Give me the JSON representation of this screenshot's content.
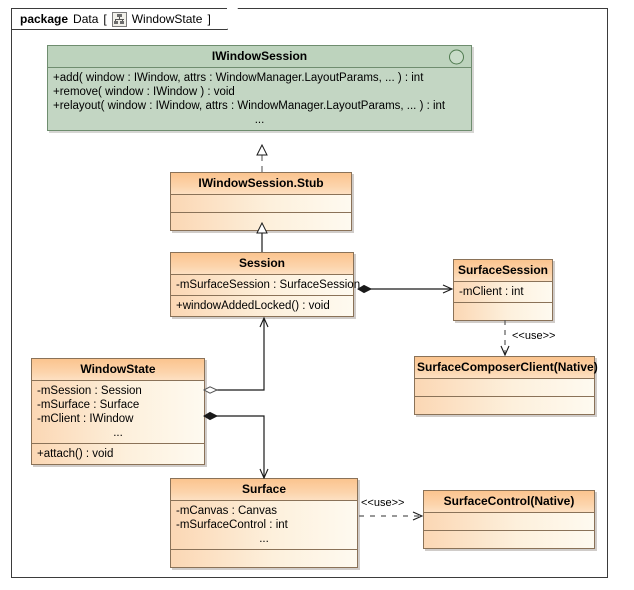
{
  "package_header": {
    "keyword": "package",
    "name": "Data",
    "bracket_open": "[",
    "icon": "class-diagram-icon",
    "diagram_name": "WindowState",
    "bracket_close": "]"
  },
  "colors": {
    "interface_header": "#bdd3bd",
    "interface_body": "#c3d6c3",
    "interface_border": "#6f8d6f",
    "class_header": "#fbc48f",
    "class_body": "#fdf0dc",
    "class_border": "#8a7258",
    "frame_border": "#3b3b3b",
    "connector": "#1a1a1a"
  },
  "classes": [
    {
      "id": "iwindowsession",
      "name": "IWindowSession",
      "kind": "interface",
      "marker": "interface-circle-icon",
      "compartments": [
        {
          "lines": [
            "+add( window : IWindow, attrs : WindowManager.LayoutParams, ... ) : int",
            "+remove( window : IWindow ) : void",
            "+relayout( window : IWindow, attrs : WindowManager.LayoutParams, ... ) : int"
          ],
          "ellipsis": "..."
        }
      ]
    },
    {
      "id": "iwindowsession-stub",
      "name": "IWindowSession.Stub",
      "kind": "class",
      "compartments": [
        {
          "lines": [],
          "ellipsis": ""
        },
        {
          "lines": [],
          "ellipsis": ""
        }
      ]
    },
    {
      "id": "session",
      "name": "Session",
      "kind": "class",
      "compartments": [
        {
          "lines": [
            "-mSurfaceSession : SurfaceSession"
          ],
          "ellipsis": ""
        },
        {
          "lines": [
            "+windowAddedLocked() : void"
          ],
          "ellipsis": ""
        }
      ]
    },
    {
      "id": "surfacesession",
      "name": "SurfaceSession",
      "kind": "class",
      "compartments": [
        {
          "lines": [
            "-mClient : int"
          ],
          "ellipsis": ""
        },
        {
          "lines": [],
          "ellipsis": ""
        }
      ]
    },
    {
      "id": "surfacecomposerclient",
      "name": "SurfaceComposerClient(Native)",
      "kind": "class",
      "compartments": [
        {
          "lines": [],
          "ellipsis": ""
        },
        {
          "lines": [],
          "ellipsis": ""
        }
      ]
    },
    {
      "id": "windowstate",
      "name": "WindowState",
      "kind": "class",
      "compartments": [
        {
          "lines": [
            "-mSession : Session",
            "-mSurface : Surface",
            "-mClient : IWindow"
          ],
          "ellipsis": "..."
        },
        {
          "lines": [
            "+attach() : void"
          ],
          "ellipsis": ""
        }
      ]
    },
    {
      "id": "surface",
      "name": "Surface",
      "kind": "class",
      "compartments": [
        {
          "lines": [
            "-mCanvas : Canvas",
            "-mSurfaceControl : int"
          ],
          "ellipsis": "..."
        },
        {
          "lines": [],
          "ellipsis": ""
        }
      ]
    },
    {
      "id": "surfacecontrol",
      "name": "SurfaceControl(Native)",
      "kind": "class",
      "compartments": [
        {
          "lines": [],
          "ellipsis": ""
        },
        {
          "lines": [],
          "ellipsis": ""
        }
      ]
    }
  ],
  "connectors": [
    {
      "id": "stub-realizes-iwindowsession",
      "from": "iwindowsession-stub",
      "to": "iwindowsession",
      "type": "realization",
      "style": "dashed",
      "arrow": "hollow-triangle",
      "label": ""
    },
    {
      "id": "session-extends-stub",
      "from": "session",
      "to": "iwindowsession-stub",
      "type": "generalization",
      "style": "solid",
      "arrow": "hollow-triangle",
      "label": ""
    },
    {
      "id": "session-composes-surfacesession",
      "from": "session",
      "to": "surfacesession",
      "type": "composition",
      "style": "solid",
      "arrow": "open-arrow",
      "source_decoration": "filled-diamond",
      "label": ""
    },
    {
      "id": "surfacesession-uses-surfacecomposerclient",
      "from": "surfacesession",
      "to": "surfacecomposerclient",
      "type": "dependency",
      "style": "dashed",
      "arrow": "open-arrow",
      "label": "<<use>>"
    },
    {
      "id": "windowstate-aggregates-session",
      "from": "windowstate",
      "to": "session",
      "type": "aggregation",
      "style": "solid",
      "arrow": "open-arrow",
      "source_decoration": "hollow-diamond",
      "label": ""
    },
    {
      "id": "windowstate-composes-surface",
      "from": "windowstate",
      "to": "surface",
      "type": "composition",
      "style": "solid",
      "arrow": "open-arrow",
      "source_decoration": "filled-diamond",
      "label": ""
    },
    {
      "id": "surface-uses-surfacecontrol",
      "from": "surface",
      "to": "surfacecontrol",
      "type": "dependency",
      "style": "dashed",
      "arrow": "open-arrow",
      "label": "<<use>>"
    }
  ],
  "edge_labels": {
    "use_surfacecomposer": "<<use>>",
    "use_surfacecontrol": "<<use>>"
  }
}
